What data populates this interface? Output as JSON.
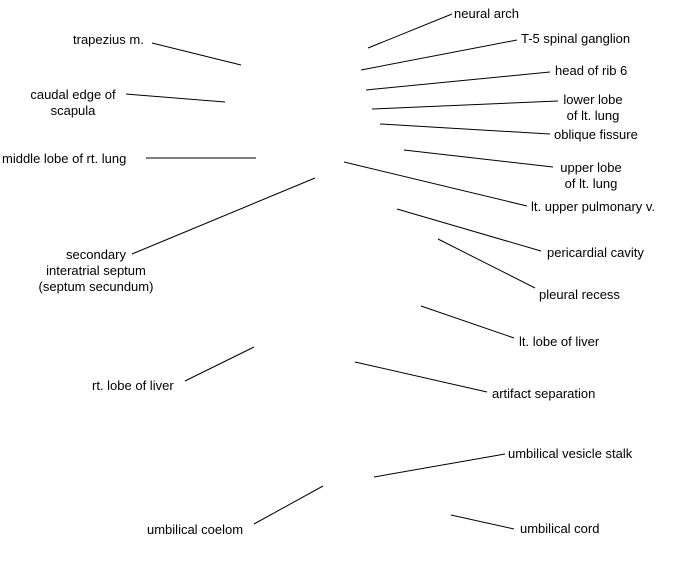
{
  "labels": {
    "neural_arch": "neural arch",
    "t5_spinal_ganglion": "T-5 spinal ganglion",
    "head_of_rib_6": "head of rib 6",
    "lower_lobe_line1": "lower lobe",
    "lower_lobe_line2": "of lt. lung",
    "oblique_fissure": "oblique fissure",
    "upper_lobe_line1": "upper lobe",
    "upper_lobe_line2": "of lt. lung",
    "lt_upper_pulmonary_v": "lt. upper pulmonary v.",
    "pericardial_cavity": "pericardial cavity",
    "pleural_recess": "pleural recess",
    "lt_lobe_of_liver": "lt. lobe of liver",
    "artifact_separation": "artifact separation",
    "umbilical_vesicle_stalk": "umbilical vesicle stalk",
    "umbilical_cord": "umbilical cord",
    "trapezius_m": "trapezius m.",
    "caudal_edge_line1": "caudal edge of",
    "caudal_edge_line2": "scapula",
    "middle_lobe_rt_lung": "middle lobe of rt. lung",
    "secondary_septum_line1": "secondary",
    "secondary_septum_line2": "interatrial septum",
    "secondary_septum_line3": "(septum secundum)",
    "rt_lobe_of_liver": "rt. lobe of liver",
    "umbilical_coelom": "umbilical coelom"
  }
}
